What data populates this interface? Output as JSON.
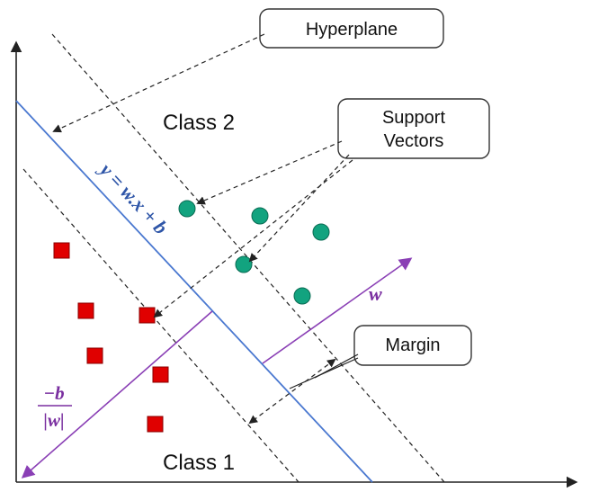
{
  "labels": {
    "hyperplane": "Hyperplane",
    "support_vectors_line1": "Support",
    "support_vectors_line2": "Vectors",
    "class2": "Class 2",
    "class1": "Class 1",
    "margin": "Margin",
    "equation": "y = w.x + b",
    "w_vector": "w",
    "bias_numerator": "−b",
    "bias_denominator": "|w|"
  },
  "colors": {
    "hyperplane": "#4a78d0",
    "normal_vector": "#8a3fb5",
    "class1_marker": "#e00000",
    "class2_marker": "#12a37f",
    "equation_text": "#2f56a8",
    "vector_text": "#7a2fa0",
    "axes": "#222222",
    "margin_lines": "#222222",
    "callout_border": "#333333"
  },
  "icons": {
    "class1_marker": "red-square",
    "class2_marker": "teal-circle"
  }
}
